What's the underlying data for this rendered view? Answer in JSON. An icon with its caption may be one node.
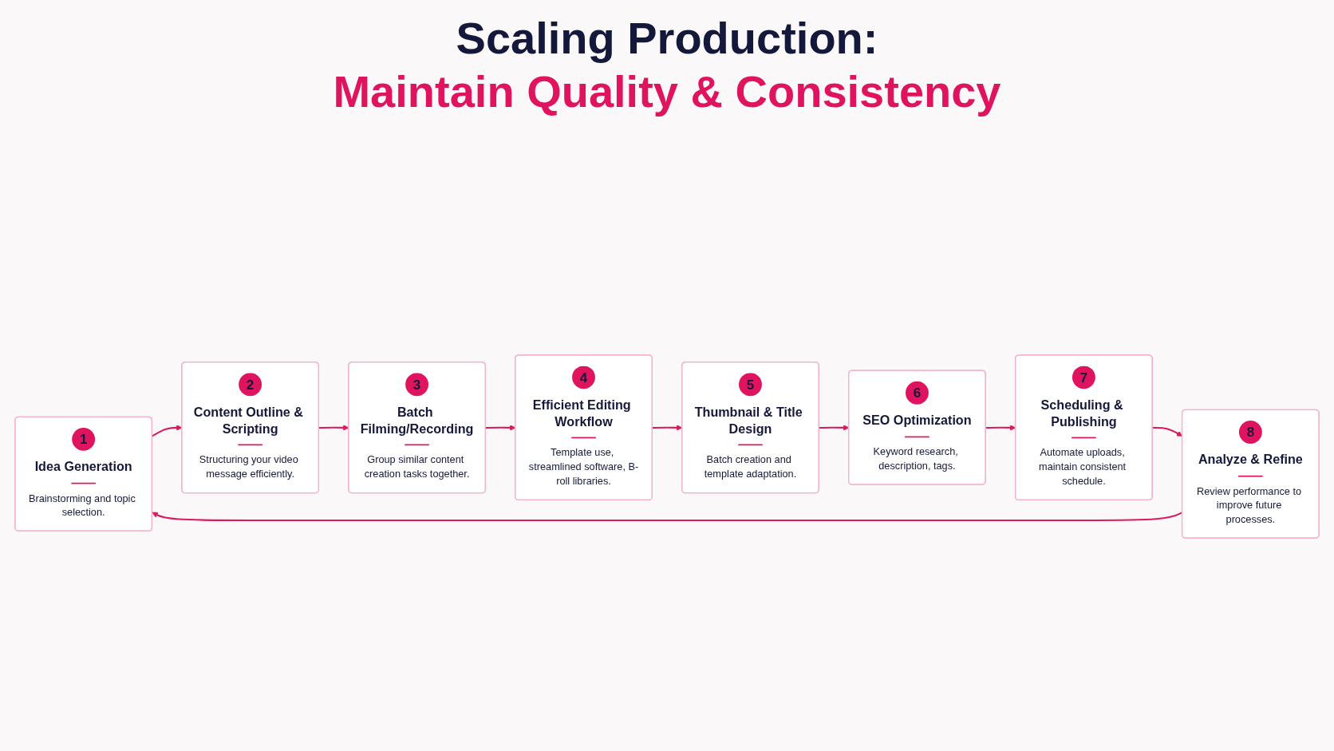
{
  "diagram": {
    "title": "Scaling Production:",
    "nodes": [
      {
        "text": [
          "1",
          "Idea Generation",
          "Brainstorming and topic selection."
        ]
      },
      {
        "text": [
          "2",
          "Content Outline & Scripting",
          "Structuring your video message efficiently."
        ]
      },
      {
        "text": [
          "3",
          "Batch Filming/Recording",
          "Group similar content creation tasks together."
        ]
      },
      {
        "text": [
          "4",
          "Efficient Editing Workflow",
          "Template use, streamlined software, B-roll libraries."
        ]
      },
      {
        "text": [
          "5",
          "Thumbnail & Title Design",
          "Batch creation and template adaptation."
        ]
      },
      {
        "text": [
          "6",
          "SEO Optimization",
          "Keyword research, description, tags."
        ]
      },
      {
        "text": [
          "7",
          "Scheduling & Publishing",
          "Automate uploads, maintain consistent schedule."
        ]
      },
      {
        "text": [
          "8",
          "Analyze & Refine",
          "Review performance to improve future processes."
        ]
      }
    ],
    "edges": [
      {
        "from": 0,
        "to": 1,
        "arrow": "to"
      },
      {
        "from": 1,
        "to": 2,
        "arrow": "to"
      },
      {
        "from": 2,
        "to": 3,
        "arrow": "to"
      },
      {
        "from": 3,
        "to": 4,
        "arrow": "to"
      },
      {
        "from": 4,
        "to": 5,
        "arrow": "to"
      },
      {
        "from": 5,
        "to": 6,
        "arrow": "to"
      },
      {
        "from": 6,
        "to": 7,
        "arrow": "to"
      },
      {
        "from": 7,
        "to": 0,
        "arrow": "to"
      }
    ],
    "labels": [
      "Maintain Quality & Consistency"
    ]
  }
}
